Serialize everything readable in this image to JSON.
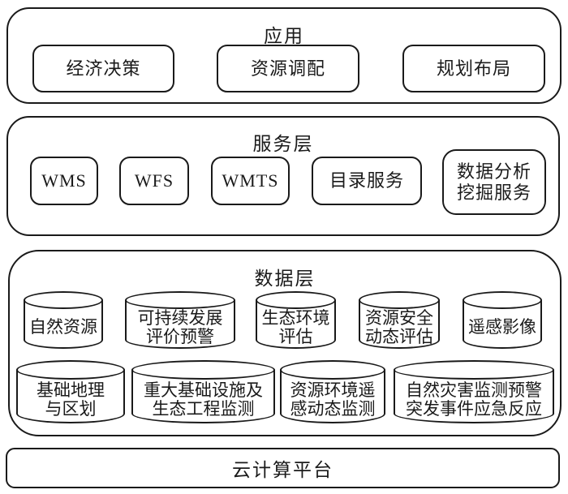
{
  "colors": {
    "line": "#1a1a1a",
    "background": "#ffffff"
  },
  "diagram": {
    "application_layer": {
      "title": "应用",
      "boxes": [
        {
          "label": "经济决策"
        },
        {
          "label": "资源调配"
        },
        {
          "label": "规划布局"
        }
      ]
    },
    "service_layer": {
      "title": "服务层",
      "boxes": [
        {
          "label": "WMS"
        },
        {
          "label": "WFS"
        },
        {
          "label": "WMTS"
        },
        {
          "label": "目录服务"
        },
        {
          "label": "数据分析\n挖掘服务"
        }
      ]
    },
    "data_layer": {
      "title": "数据层",
      "databases_row1": [
        {
          "label": "自然资源"
        },
        {
          "label": "可持续发展\n评价预警"
        },
        {
          "label": "生态环境\n评估"
        },
        {
          "label": "资源安全\n动态评估"
        },
        {
          "label": "遥感影像"
        }
      ],
      "databases_row2": [
        {
          "label": "基础地理\n与区划"
        },
        {
          "label": "重大基础设施及\n生态工程监测"
        },
        {
          "label": "资源环境遥\n感动态监测"
        },
        {
          "label": "自然灾害监测预警\n突发事件应急反应"
        }
      ]
    },
    "platform_layer": {
      "title": "云计算平台"
    }
  }
}
